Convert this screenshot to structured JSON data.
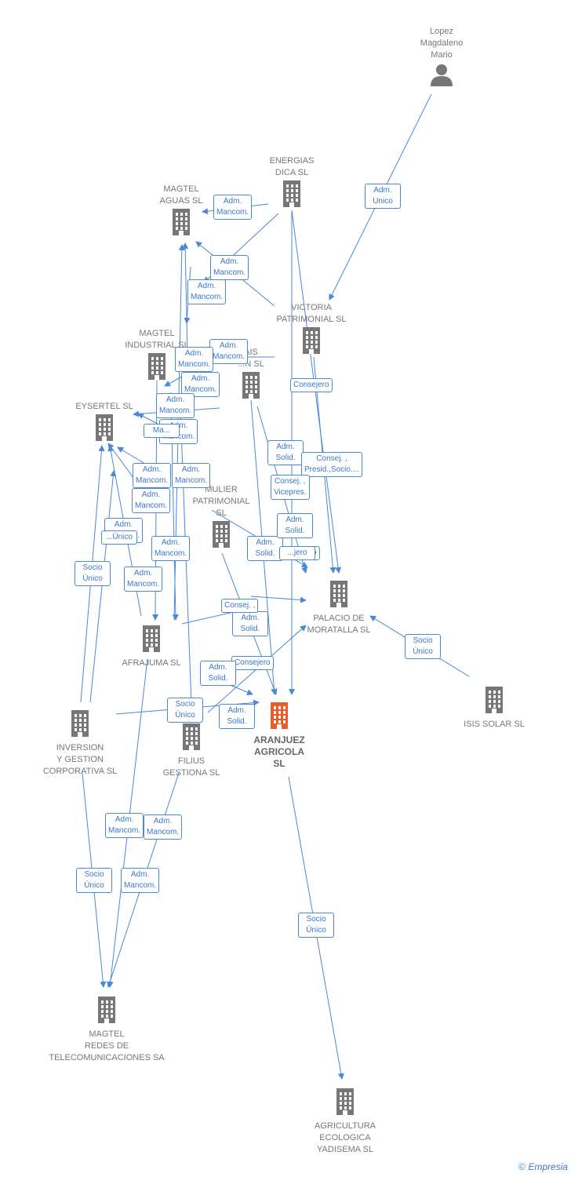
{
  "colors": {
    "edge": "#4a88d8",
    "company": "#777777",
    "highlight": "#ef5a2a",
    "person": "#777777"
  },
  "nodes": [
    {
      "id": "lopez",
      "label": "Lopez\nMagdaleno\nMario",
      "icon": "person-icon"
    },
    {
      "id": "energias",
      "label": "ENERGIAS\nDICA SL",
      "icon": "building-icon"
    },
    {
      "id": "magtel_aguas",
      "label": "MAGTEL\nAGUAS  SL",
      "icon": "building-icon"
    },
    {
      "id": "victoria",
      "label": "VICTORIA\nPATRIMONIAL SL",
      "icon": "building-icon"
    },
    {
      "id": "magtel_ind",
      "label": "MAGTEL\nINDUSTRIAL SL",
      "icon": "building-icon"
    },
    {
      "id": "ais",
      "label": "AIS\n...N SL",
      "icon": "building-icon"
    },
    {
      "id": "eysertel",
      "label": "EYSERTEL SL",
      "icon": "building-icon"
    },
    {
      "id": "mulier",
      "label": "MULIER\nPATRIMONIAL\nSL",
      "icon": "building-icon"
    },
    {
      "id": "palacio",
      "label": "PALACIO DE\nMORATALLA SL",
      "icon": "building-icon"
    },
    {
      "id": "afrajuma",
      "label": "AFRAJUMA SL",
      "icon": "building-icon"
    },
    {
      "id": "isis",
      "label": "ISIS SOLAR  SL",
      "icon": "building-icon"
    },
    {
      "id": "inversion",
      "label": "INVERSION\nY GESTION\nCORPORATIVA SL",
      "icon": "building-icon"
    },
    {
      "id": "filius",
      "label": "FILIUS\nGESTIONA SL",
      "icon": "building-icon"
    },
    {
      "id": "aranjuez",
      "label": "ARANJUEZ\nAGRICOLA\nSL",
      "icon": "building-icon",
      "main": true
    },
    {
      "id": "magtel_redes",
      "label": "MAGTEL\nREDES DE\nTELECOMUNICACIONES SA",
      "icon": "building-icon"
    },
    {
      "id": "agricultura",
      "label": "AGRICULTURA\nECOLOGICA\nYADISEMA  SL",
      "icon": "building-icon"
    }
  ],
  "relations": [
    "Adm.\nUnico",
    "Adm.\nMancom.",
    "Adm.\nMancom.",
    "Adm.\nMancom.",
    "Adm.\nMancom.",
    "Adm.\nMancom.",
    "Adm.\nMancom.",
    "Adm.\nMancom.",
    "Adm.\nMancom.",
    "Adm.\nMancom.",
    "Adm.\nMancom.",
    "Adm.\nMancom.",
    "Adm.\nMancom.",
    "Adm.\nMancom.",
    "Adm.\nMancom.",
    "Adm.\nMancom.",
    "Adm.\nMancom.",
    "Adm.\nMancom.",
    "Consejero",
    "Consejero",
    "Consejero",
    "Adm.\nSolid.",
    "Adm.\nSolid.",
    "Adm.\nSolid.",
    "Adm.\nSolid.",
    "Adm.\nSolid.",
    "Adm.\nSolid.",
    "Consej. ,\nPresid.,Socio....",
    "Consej. ,\nVicepres.",
    "Consej. ,",
    "Socio\nÚnico",
    "Socio\nÚnico",
    "Socio\nÚnico",
    "Socio\nÚnico",
    "Socio\nÚnico",
    "...Único",
    "Ma...",
    "...jero"
  ],
  "footer": {
    "copyright": "©",
    "brand": "Empresia"
  }
}
